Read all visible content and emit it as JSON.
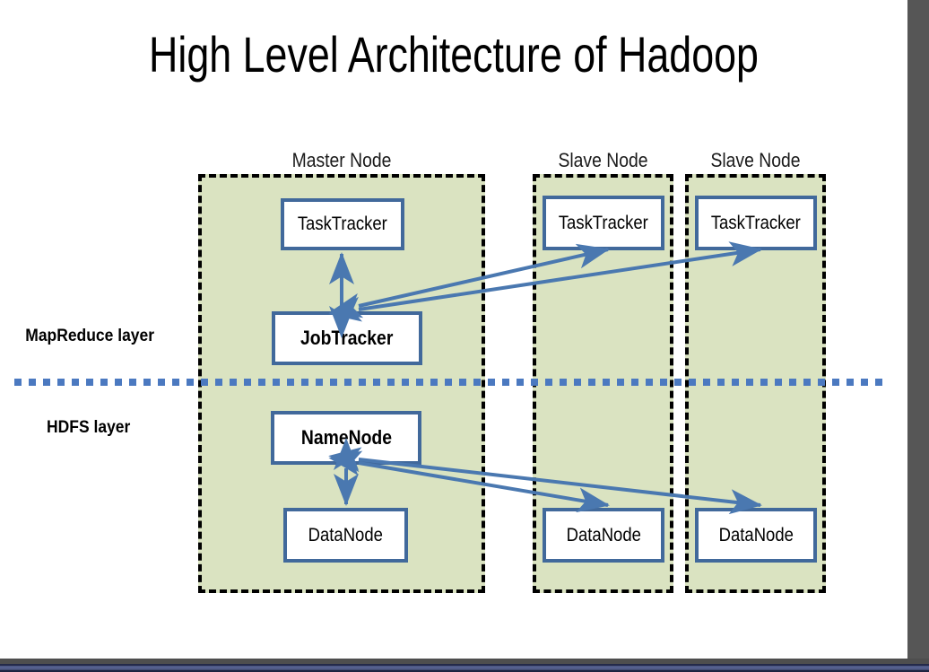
{
  "slide": {
    "title": "High Level Architecture of Hadoop",
    "background_color": "#ffffff"
  },
  "colors": {
    "node_fill": "#dae3c1",
    "node_border": "#000000",
    "component_border": "#41699b",
    "arrow": "#4a78b0",
    "divider": "#4b79c0",
    "text": "#000000",
    "right_strip": "#565656",
    "bottom_bar_gray": "#4e4e4e",
    "bottom_bar_blue": "#49547f",
    "bottom_bar_navy": "#242a4a"
  },
  "layers": {
    "mapreduce_label": "MapReduce layer",
    "hdfs_label": "HDFS layer"
  },
  "columns": [
    {
      "header": "Master Node",
      "components": [
        {
          "label": "TaskTracker",
          "bold": false,
          "layer": "mapreduce"
        },
        {
          "label": "JobTracker",
          "bold": true,
          "layer": "mapreduce"
        },
        {
          "label": "NameNode",
          "bold": true,
          "layer": "hdfs"
        },
        {
          "label": "DataNode",
          "bold": false,
          "layer": "hdfs"
        }
      ]
    },
    {
      "header": "Slave Node",
      "components": [
        {
          "label": "TaskTracker",
          "bold": false,
          "layer": "mapreduce"
        },
        {
          "label": "DataNode",
          "bold": false,
          "layer": "hdfs"
        }
      ]
    },
    {
      "header": "Slave Node",
      "components": [
        {
          "label": "TaskTracker",
          "bold": false,
          "layer": "mapreduce"
        },
        {
          "label": "DataNode",
          "bold": false,
          "layer": "hdfs"
        }
      ]
    }
  ],
  "connections": [
    {
      "from": "JobTracker",
      "to": "TaskTracker (Master)",
      "style": "double-headed"
    },
    {
      "from": "JobTracker",
      "to": "TaskTracker (Slave 1)",
      "style": "double-headed"
    },
    {
      "from": "JobTracker",
      "to": "TaskTracker (Slave 2)",
      "style": "double-headed"
    },
    {
      "from": "NameNode",
      "to": "DataNode (Master)",
      "style": "double-headed"
    },
    {
      "from": "NameNode",
      "to": "DataNode (Slave 1)",
      "style": "double-headed"
    },
    {
      "from": "NameNode",
      "to": "DataNode (Slave 2)",
      "style": "double-headed"
    }
  ]
}
